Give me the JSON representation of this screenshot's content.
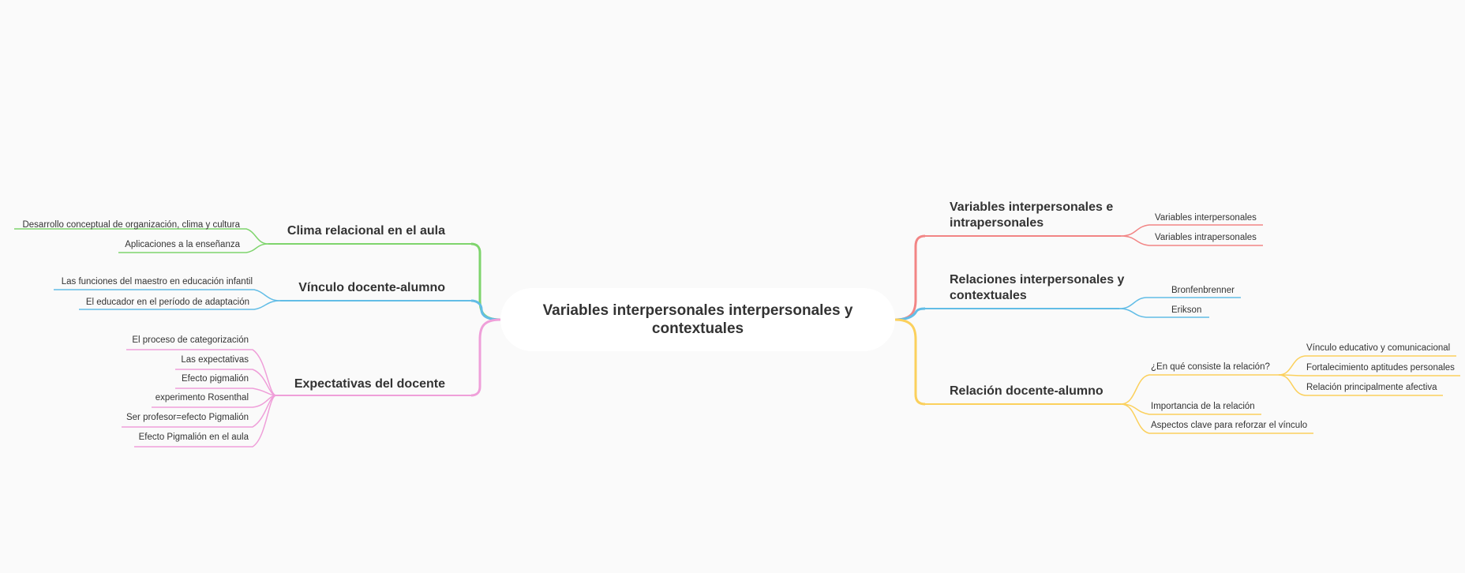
{
  "root": {
    "title": "Variables interpersonales interpersonales y contextuales"
  },
  "colors": {
    "clima": "#7ed46c",
    "vinculo": "#62bde6",
    "expectativas": "#ef9fd9",
    "variables": "#f28585",
    "relaciones": "#62bde6",
    "relacion": "#fbd05c"
  },
  "left_branches": [
    {
      "id": "clima",
      "label": "Clima relacional en el aula",
      "children": [
        "Desarrollo conceptual de organización, clima y cultura",
        "Aplicaciones a la enseñanza"
      ]
    },
    {
      "id": "vinculo",
      "label": "Vínculo docente-alumno",
      "children": [
        "Las funciones del maestro en educación infantil",
        "El educador en el período de adaptación"
      ]
    },
    {
      "id": "expectativas",
      "label": "Expectativas del docente",
      "children": [
        "El proceso de categorización",
        "Las expectativas",
        "Efecto pigmalión",
        "experimento Rosenthal",
        "Ser profesor=efecto Pigmalión",
        "Efecto Pigmalión en el aula"
      ]
    }
  ],
  "right_branches": [
    {
      "id": "variables",
      "label": "Variables interpersonales e intrapersonales",
      "children": [
        "Variables interpersonales",
        "Variables intrapersonales"
      ]
    },
    {
      "id": "relaciones",
      "label": "Relaciones interpersonales y contextuales",
      "children": [
        "Bronfenbrenner",
        "Erikson"
      ]
    },
    {
      "id": "relacion",
      "label": "Relación docente-alumno",
      "children": [
        {
          "label": "¿En qué consiste la relación?",
          "children": [
            "Vínculo educativo y comunicacional",
            "Fortalecimiento aptitudes personales",
            "Relación principalmente afectiva"
          ]
        },
        "Importancia de la relación",
        "Aspectos clave para reforzar el vínculo"
      ]
    }
  ]
}
